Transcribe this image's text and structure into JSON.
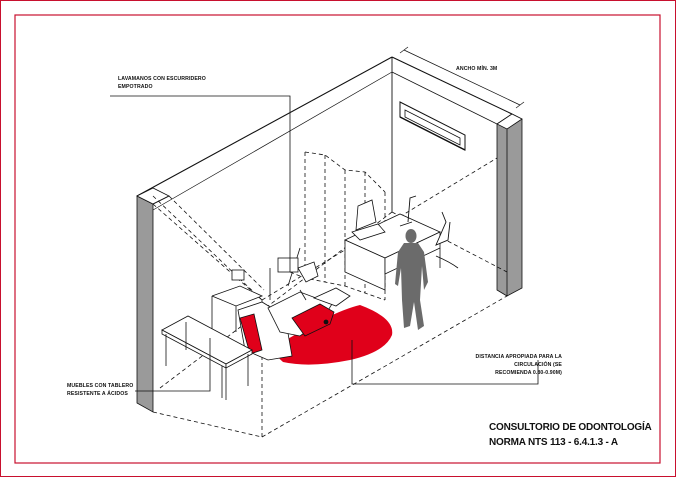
{
  "annotations": {
    "top_dim": "ANCHO MÍN. 3M",
    "sink_line1": "LAVAMANOS CON ESCURRIDERO",
    "sink_line2": "EMPOTRADO",
    "distance_line1": "DISTANCIA APROPIADA PARA LA",
    "distance_line2": "CIRCULACIÓN (SE",
    "distance_line3": "RECOMIENDA 0.80-0.90M)",
    "furniture_line1": "MUEBLES CON TABLERO",
    "furniture_line2": "RESISTENTE A ÁCIDOS"
  },
  "title": {
    "line1": "CONSULTORIO DE ODONTOLOGÍA",
    "line2": "NORMA NTS 113 - 6.4.1.3 - A"
  },
  "colors": {
    "frame": "#c8102e",
    "accent_red": "#e0001a",
    "figure_gray": "#6b6b6b",
    "wall_gray": "#9a9a9a",
    "ink": "#111111"
  }
}
